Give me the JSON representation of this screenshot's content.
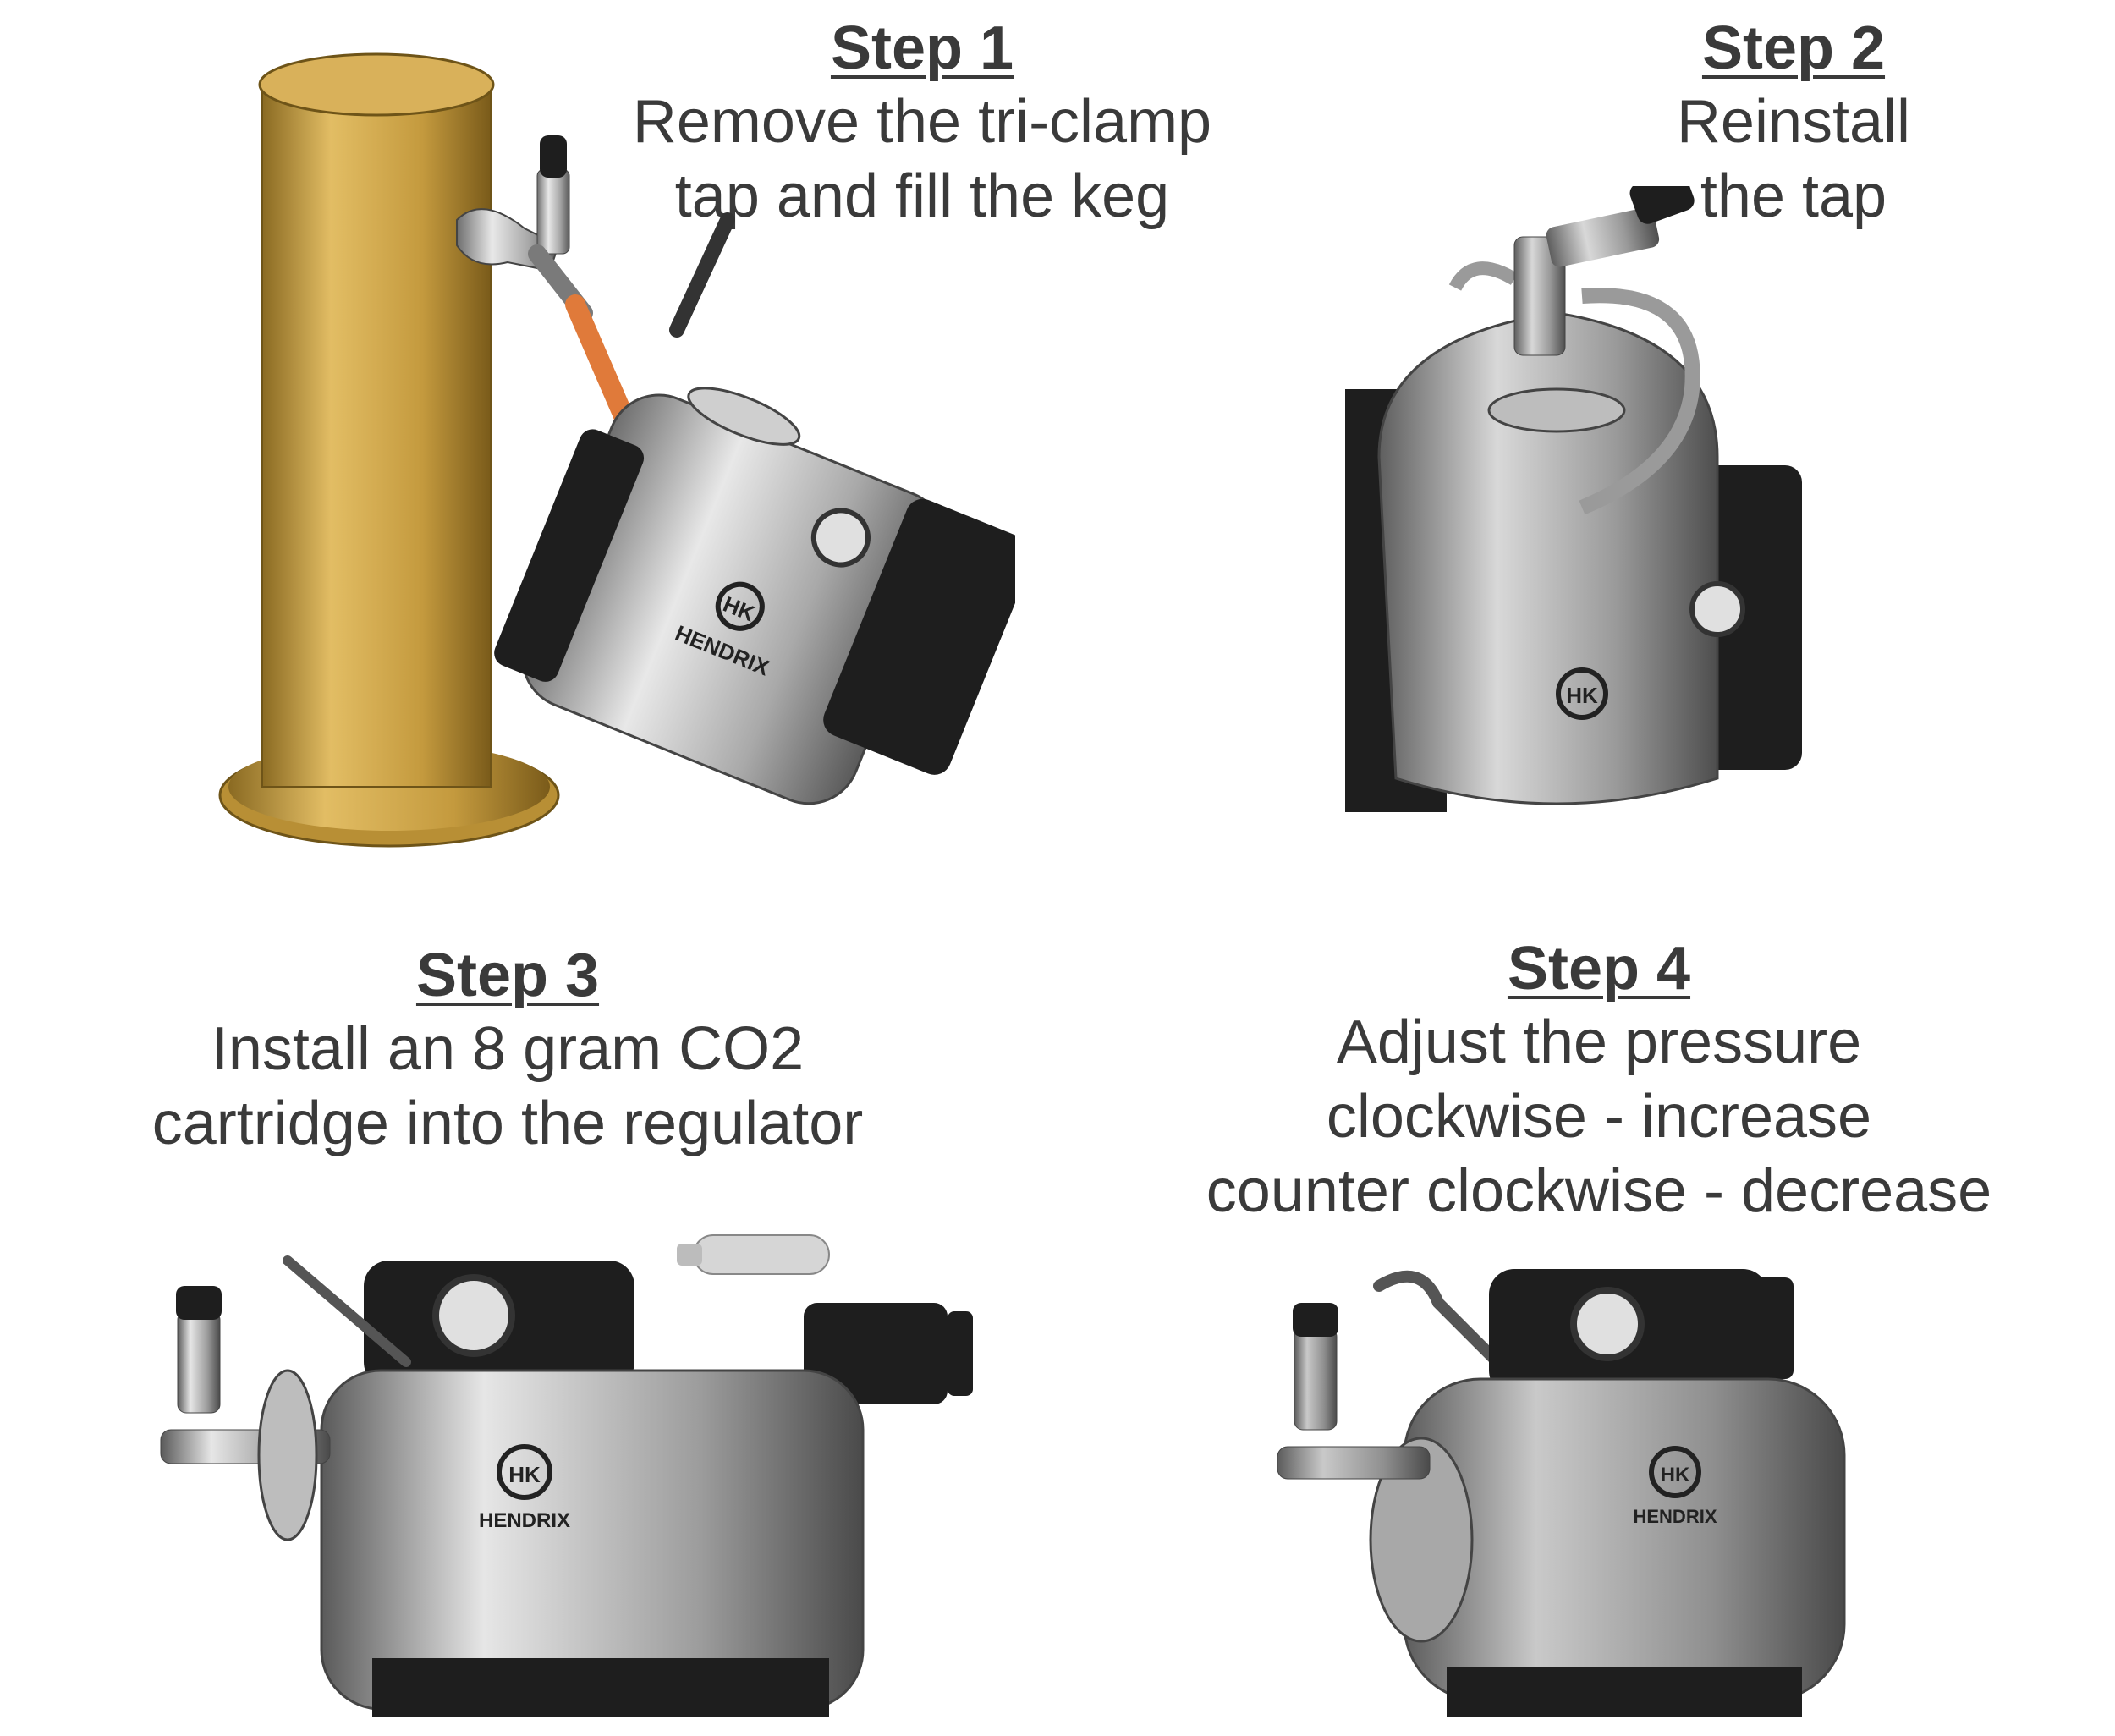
{
  "steps": [
    {
      "title": "Step 1",
      "lines": [
        "Remove the tri-clamp",
        "tap and fill the keg"
      ]
    },
    {
      "title": "Step 2",
      "lines": [
        "Reinstall",
        "the tap"
      ]
    },
    {
      "title": "Step 3",
      "lines": [
        "Install an 8 gram CO2",
        "cartridge into the regulator"
      ]
    },
    {
      "title": "Step 4",
      "lines": [
        "Adjust the pressure",
        "clockwise - increase",
        "counter clockwise - decrease"
      ]
    }
  ],
  "brand": {
    "logo_monogram": "HK",
    "logo_text": "HENDRIX"
  },
  "colors": {
    "brass": "#c9a24a",
    "steel": "#b9b9b9",
    "black_part": "#1e1e1e",
    "hose": "#e07a3a",
    "text": "#3a3a3a"
  }
}
